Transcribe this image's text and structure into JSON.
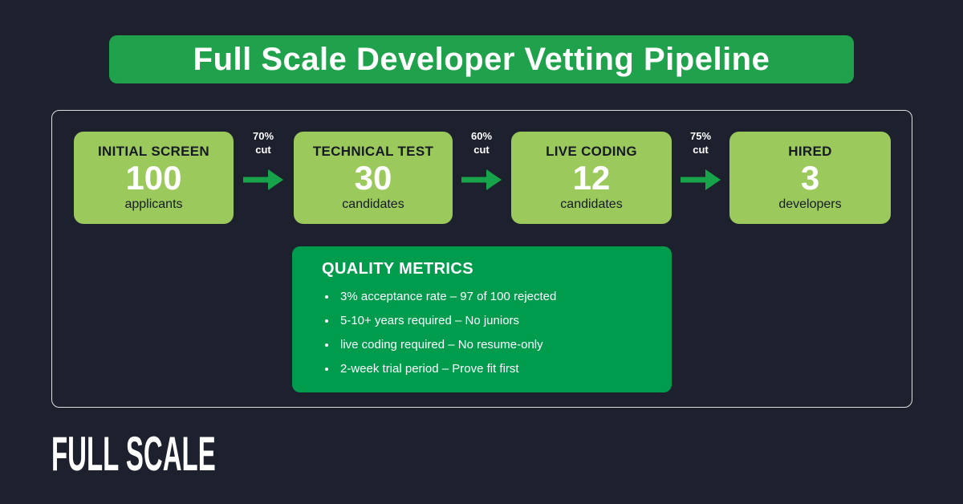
{
  "banner": {
    "title": "Full Scale Developer Vetting Pipeline"
  },
  "pipeline": {
    "stages": [
      {
        "label": "INITIAL SCREEN",
        "count": "100",
        "unit": "applicants"
      },
      {
        "label": "TECHNICAL TEST",
        "count": "30",
        "unit": "candidates"
      },
      {
        "label": "LIVE CODING",
        "count": "12",
        "unit": "candidates"
      },
      {
        "label": "HIRED",
        "count": "3",
        "unit": "developers"
      }
    ],
    "transitions": [
      {
        "percent": "70%",
        "word": "cut"
      },
      {
        "percent": "60%",
        "word": "cut"
      },
      {
        "percent": "75%",
        "word": "cut"
      }
    ]
  },
  "metrics": {
    "title": "QUALITY METRICS",
    "items": [
      "3% acceptance rate – 97 of 100 rejected",
      "5-10+ years required – No juniors",
      "live coding required – No resume-only",
      "2-week trial period – Prove fit first"
    ]
  },
  "footer": {
    "logo": "FULL SCALE"
  },
  "colors": {
    "bg": "#1d212e",
    "banner_green": "#1fa24b",
    "metrics_green": "#009c4e",
    "stage_green": "#9cc95c",
    "arrow_green": "#17a34a",
    "dark_text": "#161a25",
    "white": "#ffffff"
  }
}
